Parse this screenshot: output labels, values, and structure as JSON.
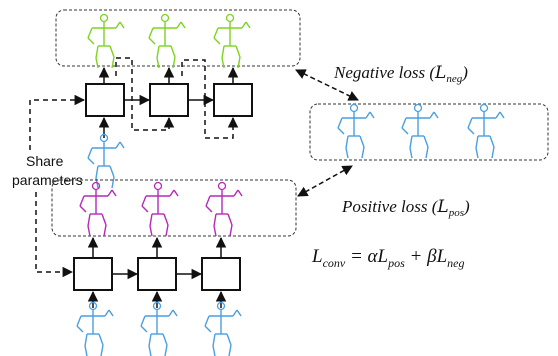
{
  "labels": {
    "share_line1": "Share",
    "share_line2": "parameters",
    "negative_loss_text": "Negative loss (",
    "negative_loss_symbol": "L",
    "negative_loss_sub": "neg",
    "negative_loss_close": ")",
    "positive_loss_text": "Positive loss (",
    "positive_loss_symbol": "L",
    "positive_loss_sub": "pos",
    "positive_loss_close": ")"
  },
  "formula": {
    "lhs": "L",
    "lhs_sub": "conv",
    "eq": " = α",
    "t1": "L",
    "t1_sub": "pos",
    "plus": " + β",
    "t2": "L",
    "t2_sub": "neg"
  },
  "colors": {
    "negative_skeleton": "#7ed321",
    "positive_skeleton": "#b42ab8",
    "input_skeleton": "#4a9fe0",
    "stroke": "#111111"
  }
}
